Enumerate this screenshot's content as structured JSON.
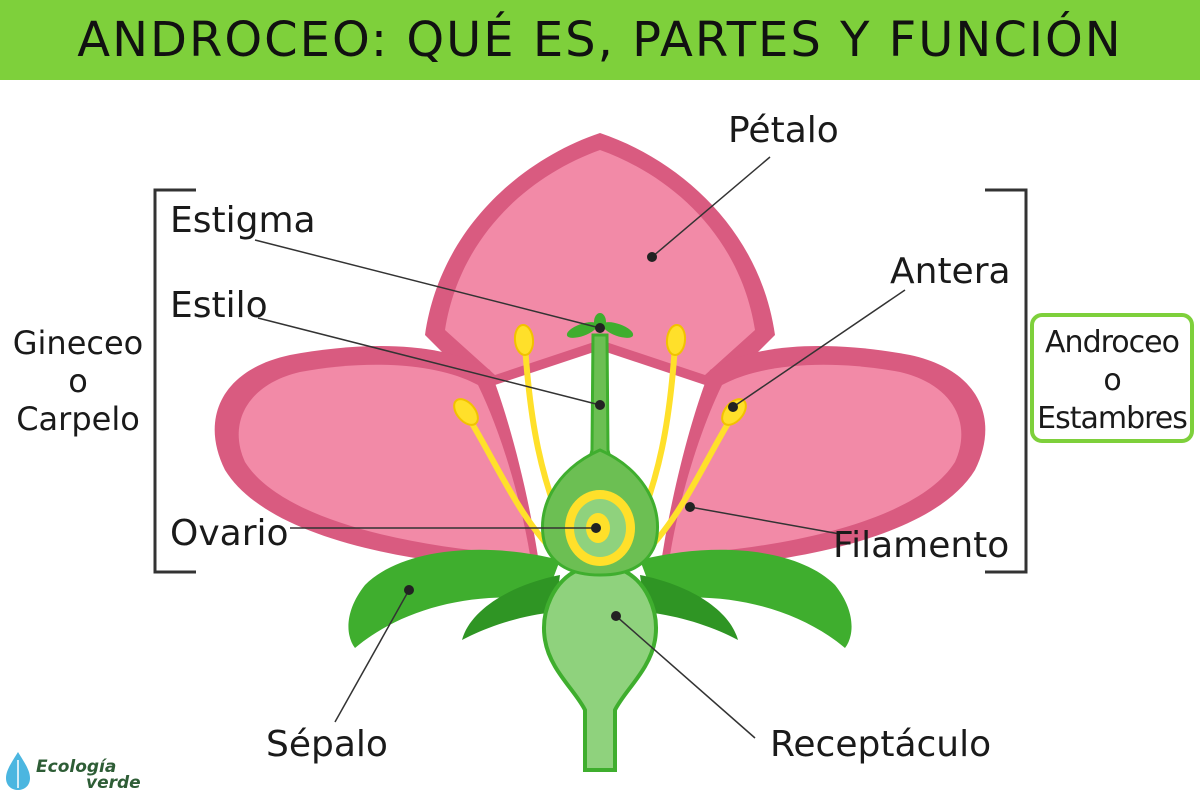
{
  "title": "ANDROCEO: QUÉ ES, PARTES Y FUNCIÓN",
  "labels": {
    "petalo": "Pétalo",
    "estigma": "Estigma",
    "estilo": "Estilo",
    "antera": "Antera",
    "ovario": "Ovario",
    "filamento": "Filamento",
    "sepalo": "Sépalo",
    "receptaculo": "Receptáculo"
  },
  "groups": {
    "gineceo": [
      "Gineceo",
      "o",
      "Carpelo"
    ],
    "androceo": [
      "Androceo",
      "o",
      "Estambres"
    ]
  },
  "logo": {
    "line1": "Ecología",
    "line2": "verde"
  },
  "colors": {
    "title_bar": "#7ed03b",
    "petal_fill": "#f28aa7",
    "petal_outline": "#d95b80",
    "sepal": "#3fae2e",
    "receptacle": "#8fd27d",
    "stamen": "#ffe02a",
    "androceo_box": "#7ed03b"
  }
}
